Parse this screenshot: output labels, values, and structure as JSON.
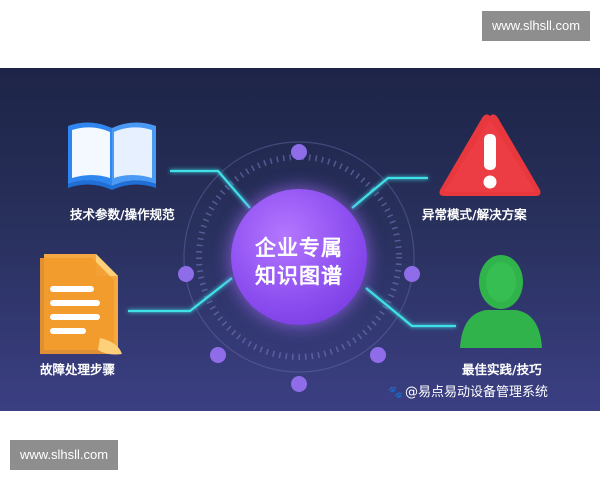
{
  "watermark": {
    "top": "www.slhsll.com",
    "bottom": "www.slhsll.com"
  },
  "center": {
    "line1": "企业专属",
    "line2": "知识图谱"
  },
  "items": {
    "top_left": "技术参数/操作规范",
    "top_right": "异常模式/解决方案",
    "bottom_left": "故障处理步骤",
    "bottom_right": "最佳实践/技巧"
  },
  "credit": {
    "icon": "paw-icon",
    "text": "@易点易动设备管理系统"
  },
  "icons": {
    "top_left": "book-icon",
    "top_right": "warning-icon",
    "bottom_left": "document-icon",
    "bottom_right": "user-icon"
  },
  "colors": {
    "panel_bg": "#232a52",
    "center": "#8d4ef0",
    "line": "#3fe0e8",
    "node": "#8f6ce8",
    "book": "#2f86f0",
    "warning": "#e8373d",
    "document": "#f39a2c",
    "user": "#2fb34a"
  }
}
